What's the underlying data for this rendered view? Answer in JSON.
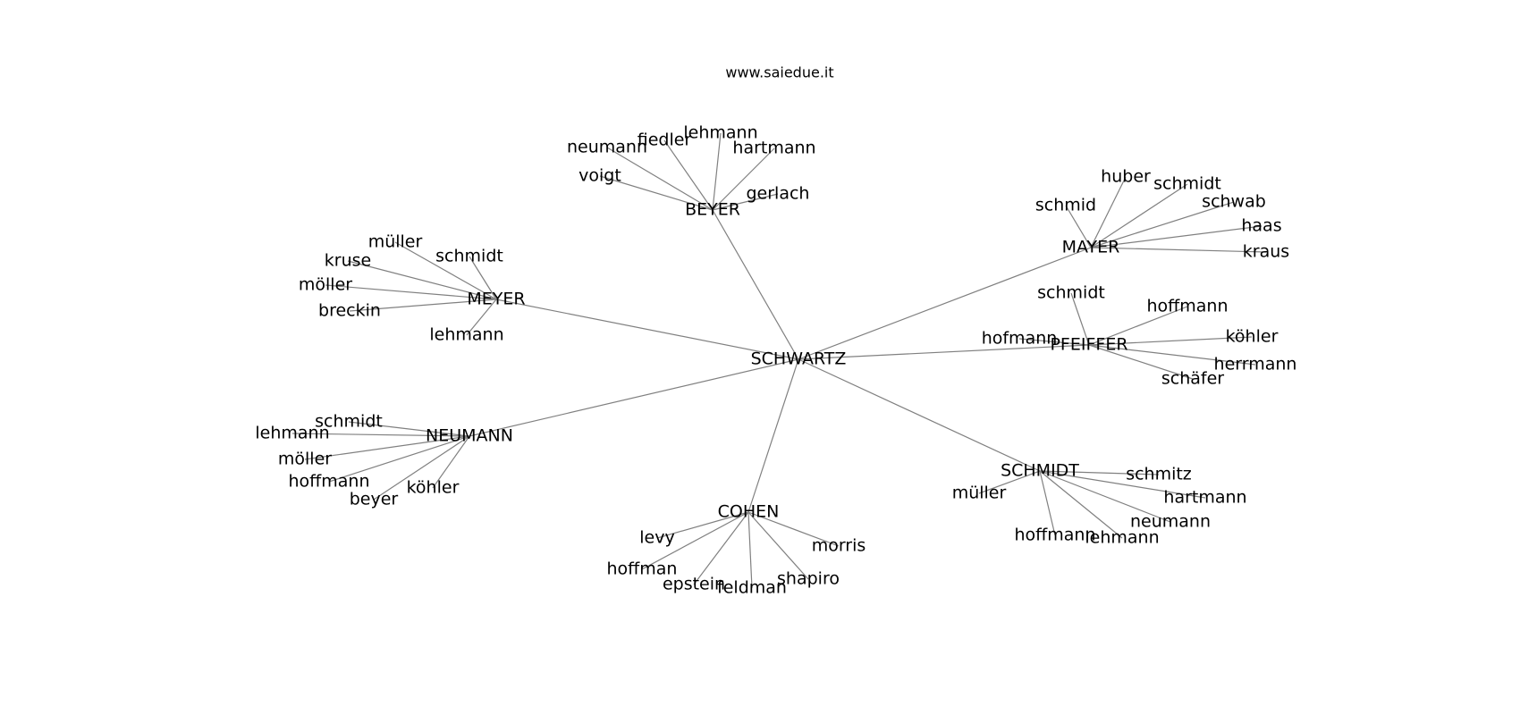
{
  "watermark": "www.saiedue.it",
  "colors": {
    "edge": "#808080",
    "text": "#000000",
    "background": "#ffffff"
  },
  "graph": {
    "center": {
      "id": "schwartz",
      "label": "SCHWARTZ"
    },
    "hubs": [
      {
        "id": "beyer",
        "label": "BEYER",
        "leaves": [
          "neumann",
          "fiedler",
          "lehmann",
          "hartmann",
          "voigt",
          "gerlach"
        ]
      },
      {
        "id": "mayer",
        "label": "MAYER",
        "leaves": [
          "huber",
          "schmidt",
          "schwab",
          "schmid",
          "haas",
          "kraus"
        ]
      },
      {
        "id": "meyer",
        "label": "MEYER",
        "leaves": [
          "müller",
          "schmidt",
          "kruse",
          "möller",
          "breckin",
          "lehmann"
        ]
      },
      {
        "id": "pfeiffer",
        "label": "PFEIFFER",
        "leaves": [
          "schmidt",
          "hoffmann",
          "hofmann",
          "köhler",
          "herrmann",
          "schäfer"
        ]
      },
      {
        "id": "neumann",
        "label": "NEUMANN",
        "leaves": [
          "schmidt",
          "lehmann",
          "möller",
          "hoffmann",
          "beyer",
          "köhler"
        ]
      },
      {
        "id": "schmidt",
        "label": "SCHMIDT",
        "leaves": [
          "schmitz",
          "müller",
          "hartmann",
          "neumann",
          "hoffmann",
          "lehmann"
        ]
      },
      {
        "id": "cohen",
        "label": "COHEN",
        "leaves": [
          "levy",
          "morris",
          "hoffman",
          "shapiro",
          "epstein",
          "feldman"
        ]
      }
    ]
  }
}
